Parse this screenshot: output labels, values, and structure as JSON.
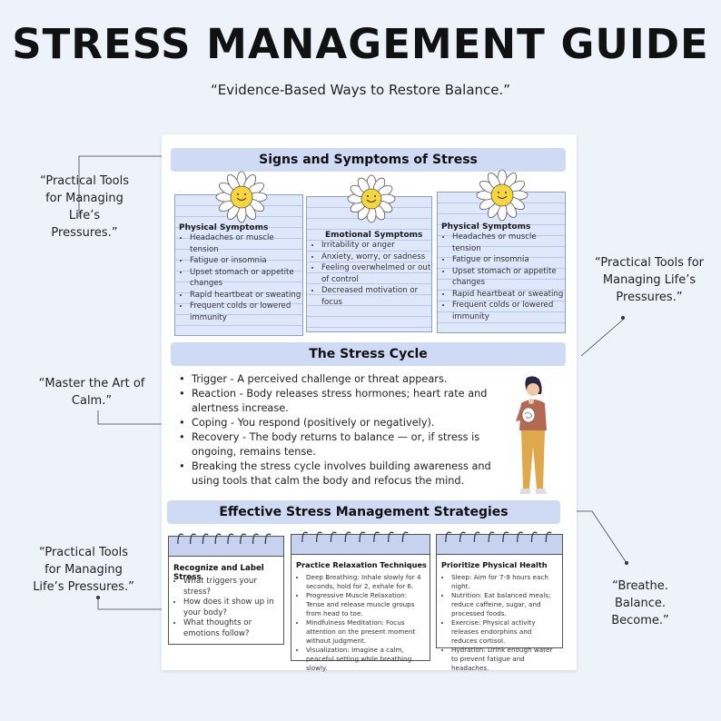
{
  "header": {
    "title": "STRESS MANAGEMENT GUIDE",
    "subtitle": "“Evidence-Based Ways to Restore Balance.”"
  },
  "side_quotes": [
    {
      "text": "“Practical Tools for Managing Life’s Pressures.”"
    },
    {
      "text": "“Practical Tools for Managing Life’s Pressures.”"
    },
    {
      "text": "“Master the Art of Calm.”"
    },
    {
      "text": "“Practical Tools for Managing Life’s Pressures.”"
    },
    {
      "text": "“Breathe. Balance. Become.”"
    }
  ],
  "signs": {
    "heading": "Signs and Symptoms of Stress",
    "cards": [
      {
        "title": "Physical Symptoms",
        "items": [
          "Headaches or muscle tension",
          "Fatigue or insomnia",
          "Upset stomach or appetite changes",
          "Rapid heartbeat or sweating",
          "Frequent colds or lowered immunity"
        ]
      },
      {
        "title": "Emotional Symptoms",
        "items": [
          "Irritability or anger",
          "Anxiety, worry, or sadness",
          "Feeling overwhelmed or out of control",
          "Decreased motivation or focus"
        ]
      },
      {
        "title": "Physical Symptoms",
        "items": [
          "Headaches or muscle tension",
          "Fatigue or insomnia",
          "Upset stomach or appetite changes",
          "Rapid heartbeat or sweating",
          "Frequent colds or lowered immunity"
        ]
      }
    ]
  },
  "cycle": {
    "heading": "The Stress Cycle",
    "items": [
      "Trigger - A perceived challenge or threat appears.",
      "Reaction - Body releases stress hormones; heart rate and alertness increase.",
      "Coping - You respond (positively or negatively).",
      "Recovery - The body returns to balance — or, if stress is ongoing, remains tense.",
      "Breaking the stress cycle involves building awareness and using tools that calm the body and refocus the mind."
    ]
  },
  "strategies": {
    "heading": "Effective Stress Management Strategies",
    "pads": [
      {
        "title": "Recognize and Label Stress",
        "items": [
          "What triggers your stress?",
          "How does it show up in your body?",
          "What thoughts or emotions follow?"
        ]
      },
      {
        "title": "Practice Relaxation Techniques",
        "items": [
          "Deep Breathing: Inhale slowly for 4 seconds, hold for 2, exhale for 6.",
          "Progressive Muscle Relaxation: Tense and release muscle groups from head to toe.",
          "Mindfulness Meditation: Focus attention on the present moment without judgment.",
          "Visualization: Imagine a calm, peaceful setting while breathing slowly."
        ]
      },
      {
        "title": "Prioritize Physical Health",
        "items": [
          "Sleep: Aim for 7-9 hours each night.",
          "Nutrition: Eat balanced meals; reduce caffeine, sugar, and processed foods.",
          "Exercise: Physical activity releases endorphins and reduces cortisol.",
          "Hydration: Drink enough water to prevent fatigue and headaches."
        ]
      }
    ]
  },
  "colors": {
    "band": "#cfdaf5",
    "note": "#dfe7fb",
    "background": "#eef2fa",
    "flower_center": "#f6d63a"
  },
  "icons": [
    "daisy-flower-icon",
    "stressed-woman-illustration",
    "notepad-spiral-icon"
  ]
}
